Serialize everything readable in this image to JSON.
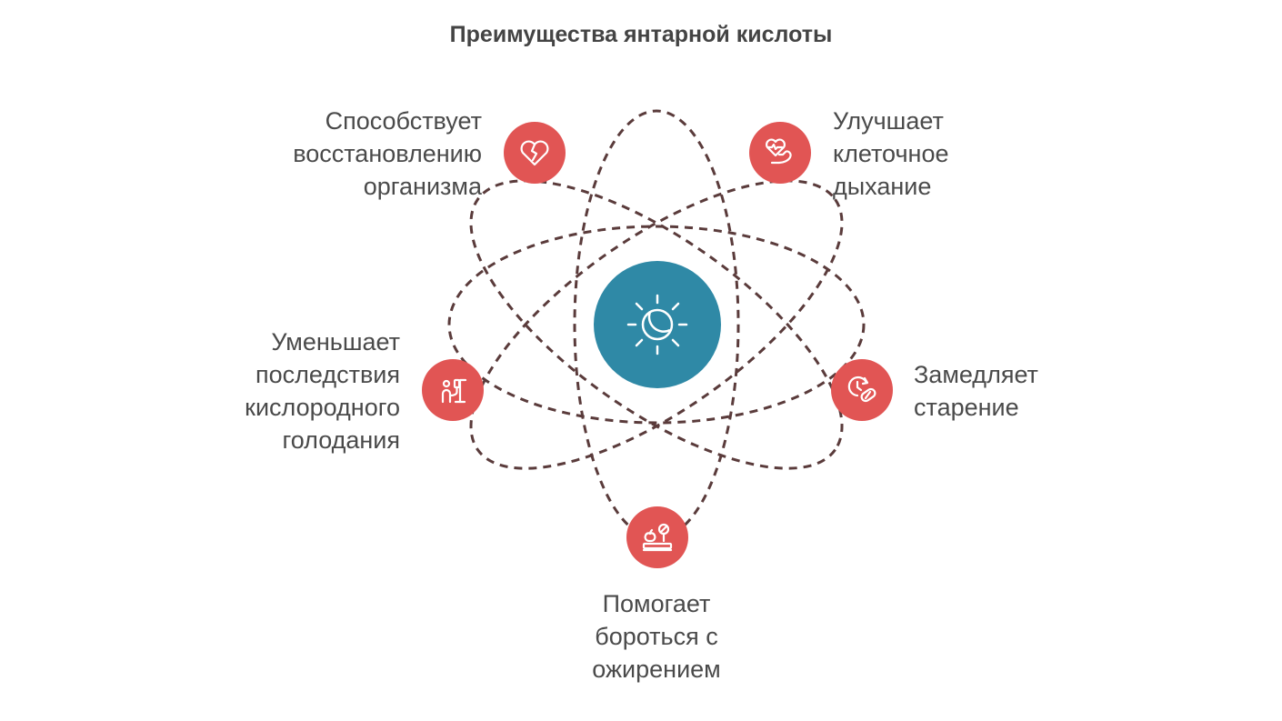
{
  "title": "Преимущества янтарной кислоты",
  "colors": {
    "node": "#e15554",
    "center": "#2f89a6",
    "orbit": "#5a3b3b",
    "text": "#4a4a4a"
  },
  "center": {
    "icon": "sun-moon-icon"
  },
  "benefits": [
    {
      "label": "Способствует\nвосстановлению\nорганизма",
      "icon": "broken-heart-icon"
    },
    {
      "label": "Улучшает\nклеточное\nдыхание",
      "icon": "heart-muscle-icon"
    },
    {
      "label": "Уменьшает\nпоследствия\nкислородного\nголодания",
      "icon": "iv-drip-person-icon"
    },
    {
      "label": "Замедляет\nстарение",
      "icon": "clock-pill-icon"
    },
    {
      "label": "Помогает\nбороться с\nожирением",
      "icon": "scale-apple-icon"
    }
  ]
}
